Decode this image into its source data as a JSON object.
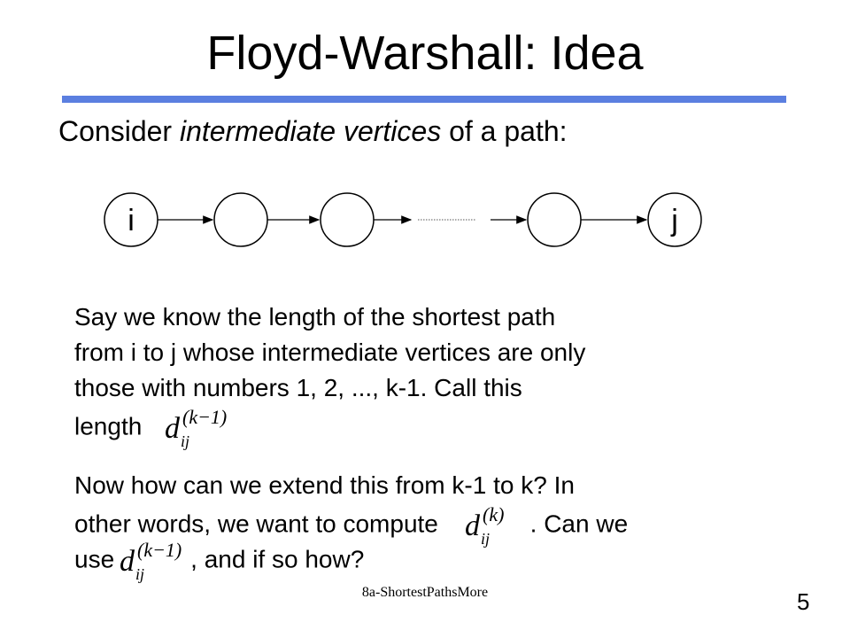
{
  "title": "Floyd-Warshall: Idea",
  "intro": {
    "prefix": "Consider ",
    "emphasis": "intermediate vertices",
    "suffix": " of a path:"
  },
  "diagram": {
    "start_label": "i",
    "end_label": "j",
    "intermediate_nodes": 3
  },
  "para1": {
    "line1": "Say we know the length of the shortest path",
    "line2": "from i to j whose intermediate vertices are only",
    "line3": "those with numbers 1, 2, ..., k-1.  Call this",
    "line4": "length"
  },
  "para2": {
    "line1": "Now how can we extend this from k-1 to k?  In",
    "line2a": "other words, we want to compute",
    "line2b": ". Can we",
    "line3a": "use",
    "line3b": ",  and if so how?"
  },
  "math": {
    "d": "d",
    "ij": "ij",
    "km1": "(k−1)",
    "k": "(k)"
  },
  "footer": "8a-ShortestPathsMore",
  "page_number": "5",
  "colors": {
    "rule": "#5b7fe0"
  }
}
